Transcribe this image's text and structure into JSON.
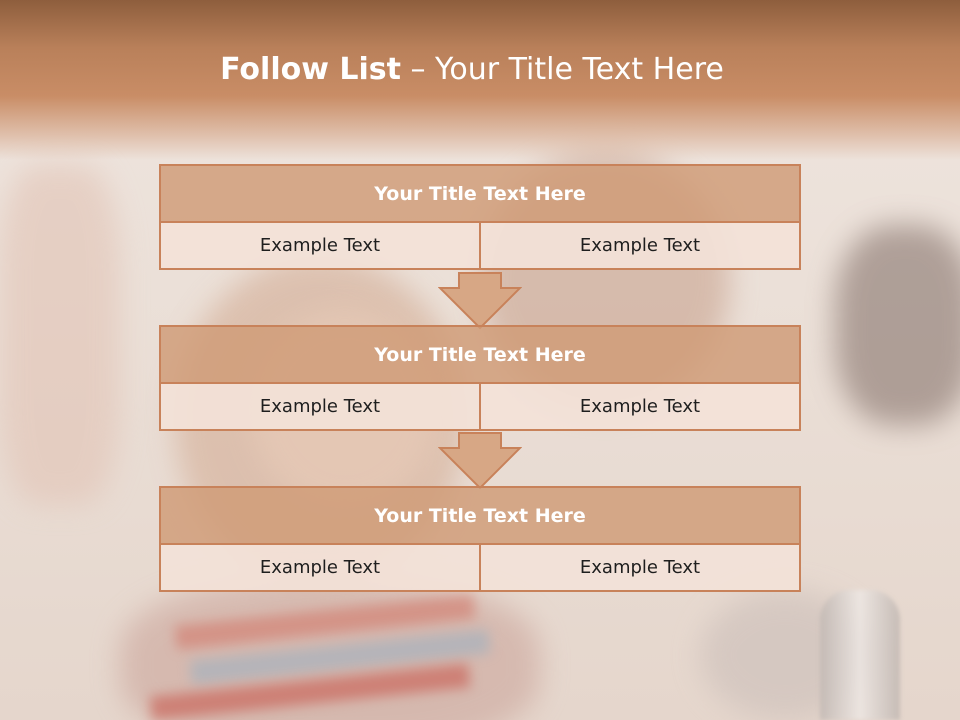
{
  "slide": {
    "title_bold": "Follow List",
    "title_rest": " – Your Title Text Here"
  },
  "steps": [
    {
      "title": "Your Title Text Here",
      "left": "Example Text",
      "right": "Example Text"
    },
    {
      "title": "Your Title Text Here",
      "left": "Example Text",
      "right": "Example Text"
    },
    {
      "title": "Your Title Text Here",
      "left": "Example Text",
      "right": "Example Text"
    }
  ],
  "colors": {
    "accent": "#c8825a",
    "title_fill": "#cf9b76",
    "cell_fill": "#f3e2d8",
    "header": "#b9805a"
  },
  "icons": [
    "down-arrow-icon",
    "down-arrow-icon"
  ]
}
